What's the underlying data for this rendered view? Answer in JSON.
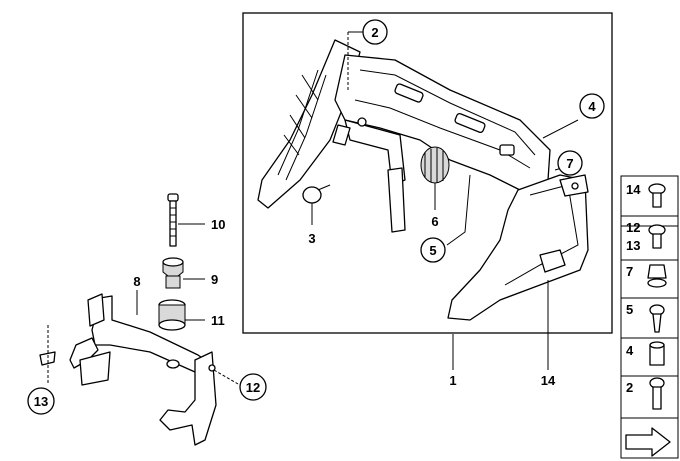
{
  "callouts": {
    "c1": "1",
    "c2": "2",
    "c3": "3",
    "c4": "4",
    "c5": "5",
    "c6": "6",
    "c7": "7",
    "c8": "8",
    "c9": "9",
    "c10": "10",
    "c11": "11",
    "c12": "12",
    "c13": "13",
    "c14": "14"
  },
  "legend": [
    {
      "label": "14"
    },
    {
      "label": "12"
    },
    {
      "label": "13"
    },
    {
      "label": "7"
    },
    {
      "label": "5"
    },
    {
      "label": "4"
    },
    {
      "label": "2"
    }
  ]
}
